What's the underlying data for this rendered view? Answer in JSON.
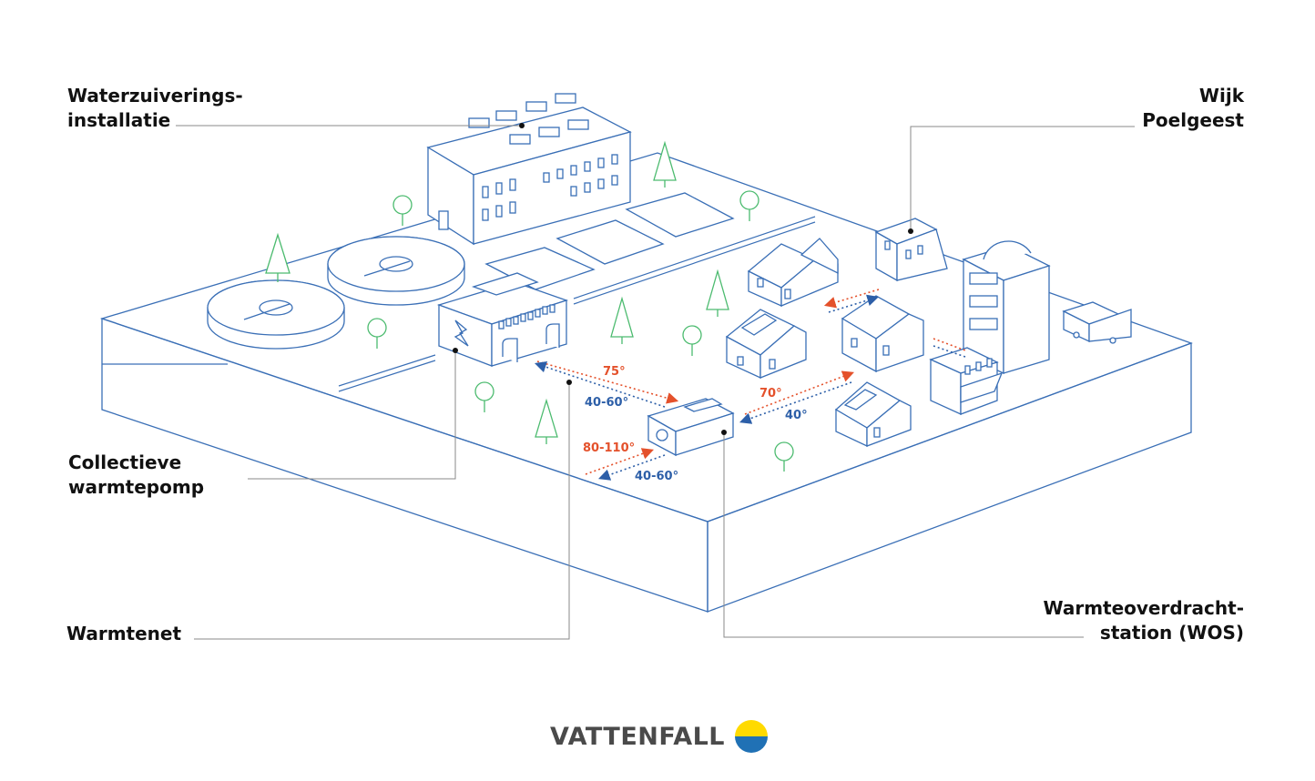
{
  "labels": {
    "wwtp": [
      "Waterzuiverings-",
      "installatie"
    ],
    "district": [
      "Wijk",
      "Poelgeest"
    ],
    "heatpump": [
      "Collectieve",
      "warmtepomp"
    ],
    "network": "Warmtenet",
    "wos": [
      "Warmteoverdracht-",
      "station (WOS)"
    ]
  },
  "temperatures": {
    "hp_supply": "75°",
    "hp_return": "40-60°",
    "district_supply": "70°",
    "district_return": "40°",
    "wos_supply": "80-110°",
    "wos_return": "40-60°"
  },
  "brand": {
    "name": "VATTENFALL",
    "logo_icon": "vattenfall-logo-icon"
  },
  "colors": {
    "outline": "#3a6fb6",
    "tree": "#4cbb6f",
    "supply": "#e4512b",
    "return": "#2d5fa8",
    "leader": "#8a8a8a",
    "logo_yellow": "#ffda00",
    "logo_blue": "#2071b5"
  }
}
